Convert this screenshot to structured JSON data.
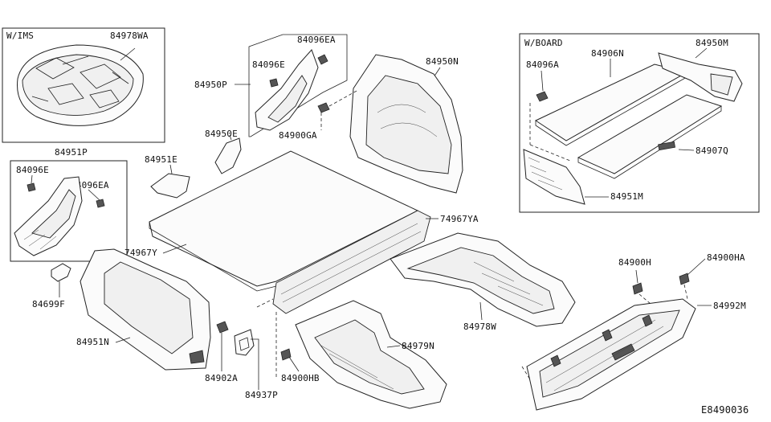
{
  "diagram_code": "E8490036",
  "group_labels": {
    "ims": "W/IMS",
    "board": "W/BOARD"
  },
  "labels": {
    "p84978WA": "84978WA",
    "p84096EA_top": "84096EA",
    "p84096E_top": "84096E",
    "p84950P": "84950P",
    "p84950N": "84950N",
    "p84900GA": "84900GA",
    "p84950E": "84950E",
    "p84951P": "84951P",
    "p84951E": "84951E",
    "p84096E_left": "84096E",
    "p84096EA_left": "84096EA",
    "p84699F": "84699F",
    "p74967Y": "74967Y",
    "p74967YA": "74967YA",
    "p84951N": "84951N",
    "p84902A": "84902A",
    "p84937P": "84937P",
    "p84900HB": "84900HB",
    "p84979N": "84979N",
    "p84978W": "84978W",
    "p84096A": "84096A",
    "p84906N": "84906N",
    "p84950M": "84950M",
    "p84907Q": "84907Q",
    "p84951M": "84951M",
    "p84900H": "84900H",
    "p84900HA": "84900HA",
    "p84992M": "84992M"
  }
}
